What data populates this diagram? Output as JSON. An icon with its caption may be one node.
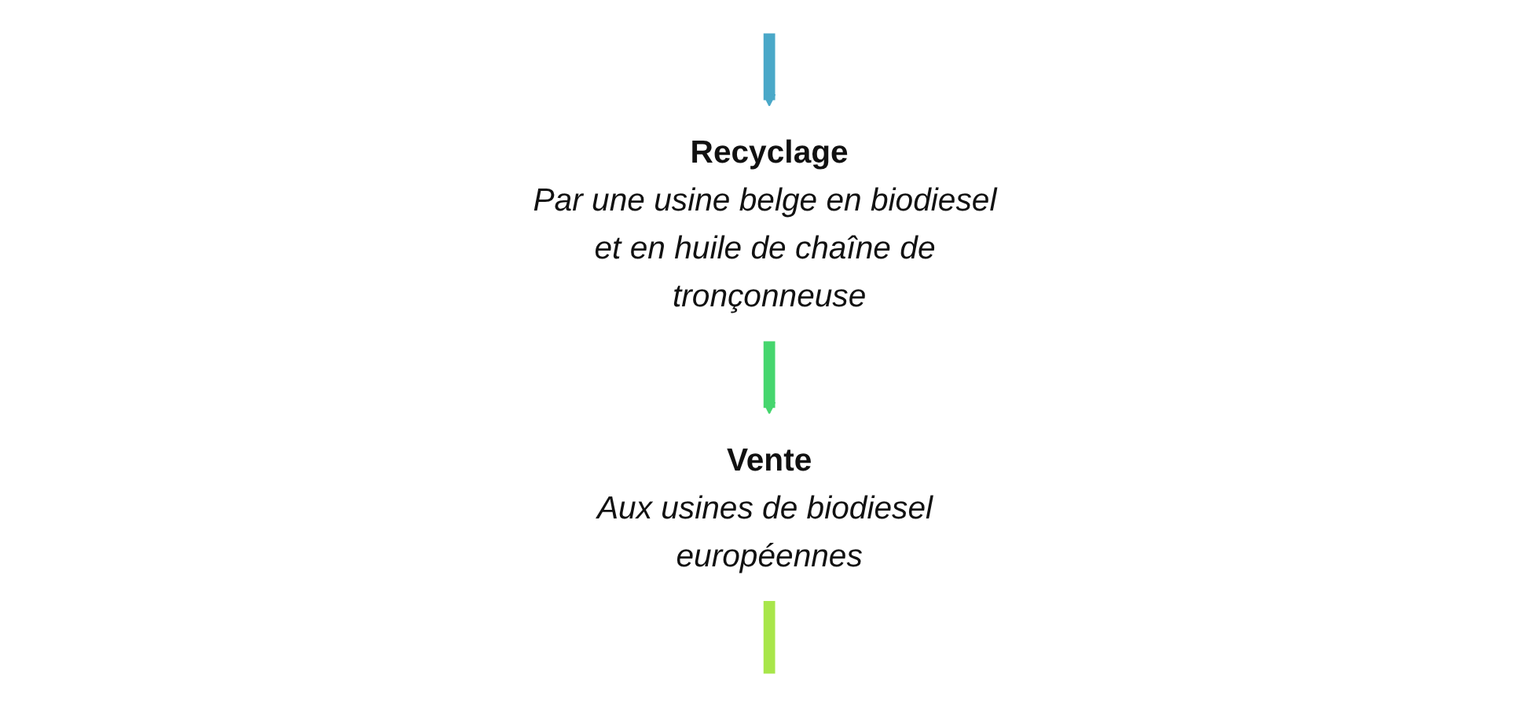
{
  "diagram": {
    "nodes": [
      {
        "text": [
          "Recyclage",
          "Par une usine belge en biodiesel et en huile de chaîne de tronçonneuse"
        ]
      },
      {
        "text": [
          "Vente",
          "Aux usines de biodiesel européennes"
        ]
      }
    ],
    "edges": [
      {
        "from": null,
        "to": 0,
        "arrow": "to",
        "color": "#4aa8c8"
      },
      {
        "from": 0,
        "to": 1,
        "arrow": "to",
        "color": "#46d66e"
      },
      {
        "from": 1,
        "to": null,
        "arrow": "none",
        "color": "#a8e64a"
      }
    ]
  }
}
